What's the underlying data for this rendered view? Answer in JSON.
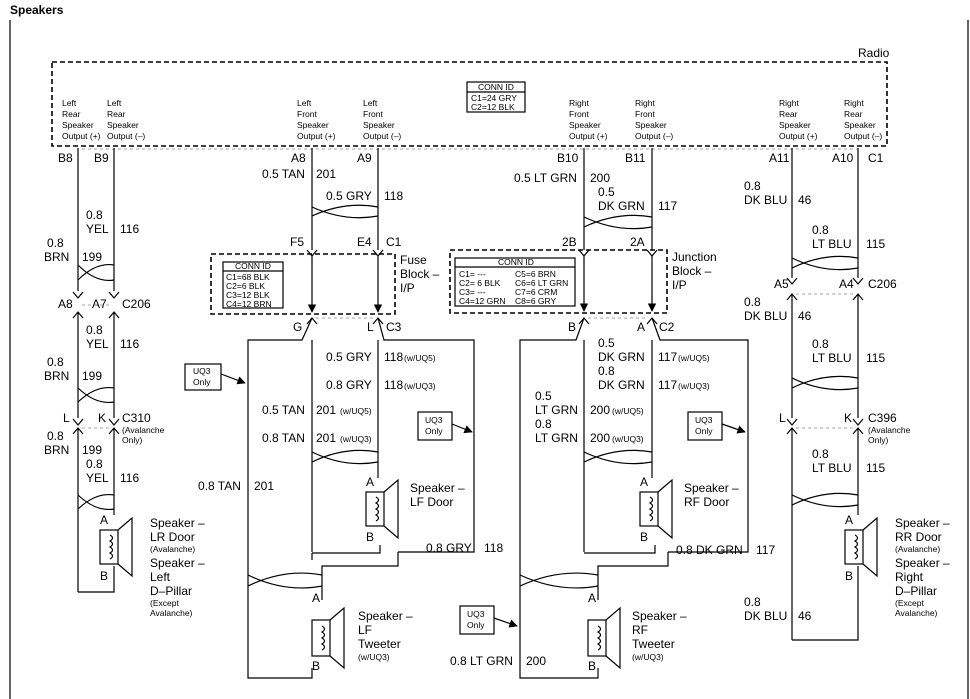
{
  "title": "Speakers",
  "radio": {
    "label": "Radio",
    "conn_id": {
      "title": "CONN ID",
      "lines": [
        "C1=24 GRY",
        "C2=12 BLK"
      ]
    },
    "outputs": [
      [
        "Left",
        "Rear",
        "Speaker",
        "Output (+)"
      ],
      [
        "Left",
        "Rear",
        "Speaker",
        "Output (–)"
      ],
      [
        "Left",
        "Front",
        "Speaker",
        "Output (+)"
      ],
      [
        "Left",
        "Front",
        "Speaker",
        "Output (–)"
      ],
      [
        "Right",
        "Front",
        "Speaker",
        "Output (+)"
      ],
      [
        "Right",
        "Front",
        "Speaker",
        "Output (–)"
      ],
      [
        "Right",
        "Rear",
        "Speaker",
        "Output (+)"
      ],
      [
        "Right",
        "Rear",
        "Speaker",
        "Output (–)"
      ]
    ],
    "pins": [
      "B8",
      "B9",
      "A8",
      "A9",
      "B10",
      "B11",
      "A11",
      "A10",
      "C1"
    ]
  },
  "fuse_block": {
    "label": [
      "Fuse",
      "Block –",
      "I/P"
    ],
    "conn_id": {
      "title": "CONN ID",
      "lines": [
        "C1=68 BLK",
        "C2=6 BLK",
        "C3=12 BLK",
        "C4=12 BRN"
      ]
    },
    "top_pins": [
      "F5",
      "E4",
      "C1"
    ],
    "bottom_pins": [
      "G",
      "L",
      "C3"
    ]
  },
  "junction_block": {
    "label": [
      "Junction",
      "Block –",
      "I/P"
    ],
    "conn_id": {
      "title": "CONN ID",
      "col1": [
        "C1= ---",
        "C2= 6 BLK",
        "C3= ---",
        "C4=12 GRN"
      ],
      "col2": [
        "C5=6 BRN",
        "C6=6 LT GRN",
        "C7=6 CRM",
        "C8=6 GRY"
      ]
    },
    "top_pins": [
      "2B",
      "2A"
    ],
    "bottom_pins": [
      "B",
      "A",
      "C2"
    ]
  },
  "left_rear": {
    "w1": [
      "0.8",
      "BRN",
      "199"
    ],
    "w2": [
      "0.8",
      "YEL",
      "116"
    ],
    "c206_pins": [
      "A8",
      "A7",
      "C206"
    ],
    "w3": [
      "0.8",
      "YEL",
      "116"
    ],
    "w4": [
      "0.8",
      "BRN",
      "199"
    ],
    "c310_pins": [
      "L",
      "K",
      "C310"
    ],
    "c310_note": [
      "(Avalanche",
      "Only)"
    ],
    "w5": [
      "0.8",
      "BRN",
      "199"
    ],
    "w6": [
      "0.8",
      "YEL",
      "116"
    ],
    "spk_pins": [
      "A",
      "B"
    ],
    "speaker": [
      "Speaker –",
      "LR Door",
      "(Avalanche)",
      "Speaker –",
      "Left",
      "D–Pillar",
      "(Except",
      "Avalanche)"
    ]
  },
  "left_front": {
    "w_a9": [
      "0.5 GRY",
      "118"
    ],
    "w_a8": [
      "0.5 TAN",
      "201"
    ],
    "uq3": [
      "UQ3",
      "Only"
    ],
    "rows": [
      [
        "0.5 GRY",
        "118",
        "(w/UQ5)"
      ],
      [
        "0.8 GRY",
        "118",
        "(w/UQ3)"
      ],
      [
        "0.5 TAN",
        "201",
        "(w/UQ5)"
      ],
      [
        "0.8 TAN",
        "201",
        "(w/UQ3)"
      ]
    ],
    "uq3b": [
      "UQ3",
      "Only"
    ],
    "door": [
      "Speaker –",
      "LF Door"
    ],
    "tan_main": [
      "0.8 TAN",
      "201"
    ],
    "gry_main": [
      "0.8 GRY",
      "118"
    ],
    "tweeter": [
      "Speaker –",
      "LF",
      "Tweeter",
      "(w/UQ3)"
    ],
    "spk_pins": [
      "A",
      "B"
    ]
  },
  "right_front": {
    "w_b10": [
      "0.5 LT GRN",
      "200"
    ],
    "w_b11": [
      "0.5",
      "DK GRN",
      "117"
    ],
    "rows": [
      [
        "0.5",
        "DK GRN",
        "117",
        "(w/UQ5)"
      ],
      [
        "0.8",
        "DK GRN",
        "117",
        "(w/UQ3)"
      ],
      [
        "0.5",
        "LT GRN",
        "200",
        "(w/UQ5)"
      ],
      [
        "0.8",
        "LT GRN",
        "200",
        "(w/UQ3)"
      ]
    ],
    "uq3": [
      "UQ3",
      "Only"
    ],
    "door": [
      "Speaker –",
      "RF Door"
    ],
    "dk_main": [
      "0.8 DK GRN",
      "117"
    ],
    "uq3b": [
      "UQ3",
      "Only"
    ],
    "lt_main": [
      "0.8 LT GRN",
      "200"
    ],
    "tweeter": [
      "Speaker –",
      "RF",
      "Tweeter",
      "(w/UQ3)"
    ],
    "spk_pins": [
      "A",
      "B"
    ]
  },
  "right_rear": {
    "w1": [
      "0.8",
      "DK BLU",
      "46"
    ],
    "w2": [
      "0.8",
      "LT BLU",
      "115"
    ],
    "c206_pins": [
      "A5",
      "A4",
      "C206"
    ],
    "w3": [
      "0.8",
      "DK BLU",
      "46"
    ],
    "w4": [
      "0.8",
      "LT BLU",
      "115"
    ],
    "c396_pins": [
      "L",
      "K",
      "C396"
    ],
    "c396_note": [
      "(Avalanche",
      "Only)"
    ],
    "w5": [
      "0.8",
      "LT BLU",
      "115"
    ],
    "w6": [
      "0.8",
      "DK BLU",
      "46"
    ],
    "spk_pins": [
      "A",
      "B"
    ],
    "speaker": [
      "Speaker –",
      "RR Door",
      "(Avalanche)",
      "Speaker –",
      "Right",
      "D–Pillar",
      "(Except",
      "Avalanche)"
    ]
  }
}
